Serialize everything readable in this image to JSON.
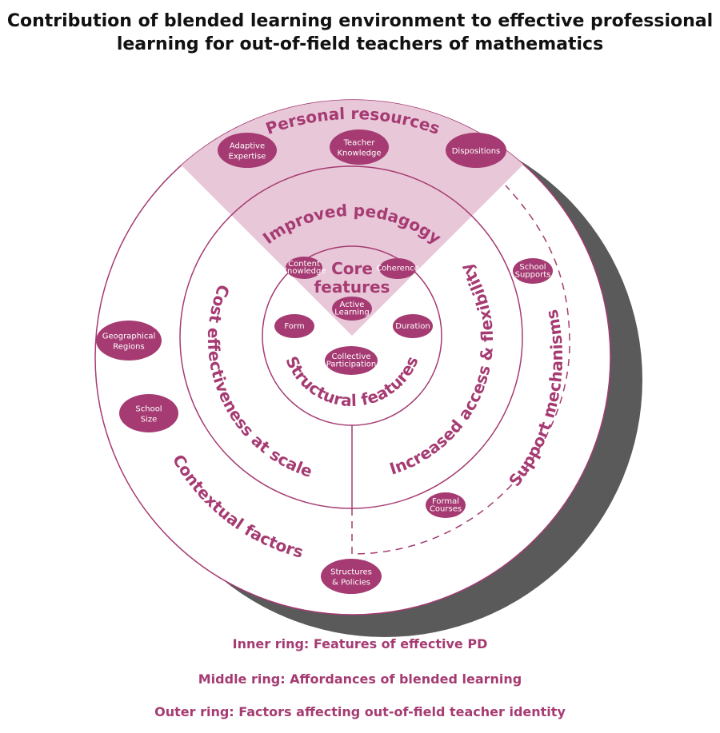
{
  "title": [
    "Contribution of blended learning environment to effective professional",
    "learning for out-of-field teachers of mathematics"
  ],
  "colors": {
    "accent": "#a53b72",
    "wedge": "#e8c7d8",
    "shadow": "#5a5a5a"
  },
  "rings": {
    "personal_resources": "Personal resources",
    "improved_pedagogy": "Improved pedagogy",
    "core": "Core",
    "features": "features",
    "structural_features": "Structural features",
    "cost_effectiveness": "Cost effectiveness at scale",
    "increased_access": "Increased access & flexibility",
    "contextual_factors": "Contextual factors",
    "support_mechanisms": "Support mechanisms"
  },
  "nodes": [
    {
      "lines": [
        "Adaptive",
        "Expertise"
      ]
    },
    {
      "lines": [
        "Teacher",
        "Knowledge"
      ]
    },
    {
      "lines": [
        "Dispositions"
      ]
    },
    {
      "lines": [
        "Content",
        "Knowledge"
      ]
    },
    {
      "lines": [
        "Coherence"
      ]
    },
    {
      "lines": [
        "Active",
        "Learning"
      ]
    },
    {
      "lines": [
        "Form"
      ]
    },
    {
      "lines": [
        "Duration"
      ]
    },
    {
      "lines": [
        "Collective",
        "Participation"
      ]
    },
    {
      "lines": [
        "School",
        "Supports"
      ]
    },
    {
      "lines": [
        "Geographical",
        "Regions"
      ]
    },
    {
      "lines": [
        "School",
        "Size"
      ]
    },
    {
      "lines": [
        "Formal",
        "Courses"
      ]
    },
    {
      "lines": [
        "Structures",
        "& Policies"
      ]
    }
  ],
  "captions": [
    "Inner ring: Features of effective PD",
    "Middle ring: Affordances of blended learning",
    "Outer ring: Factors affecting out-of-field teacher identity"
  ]
}
